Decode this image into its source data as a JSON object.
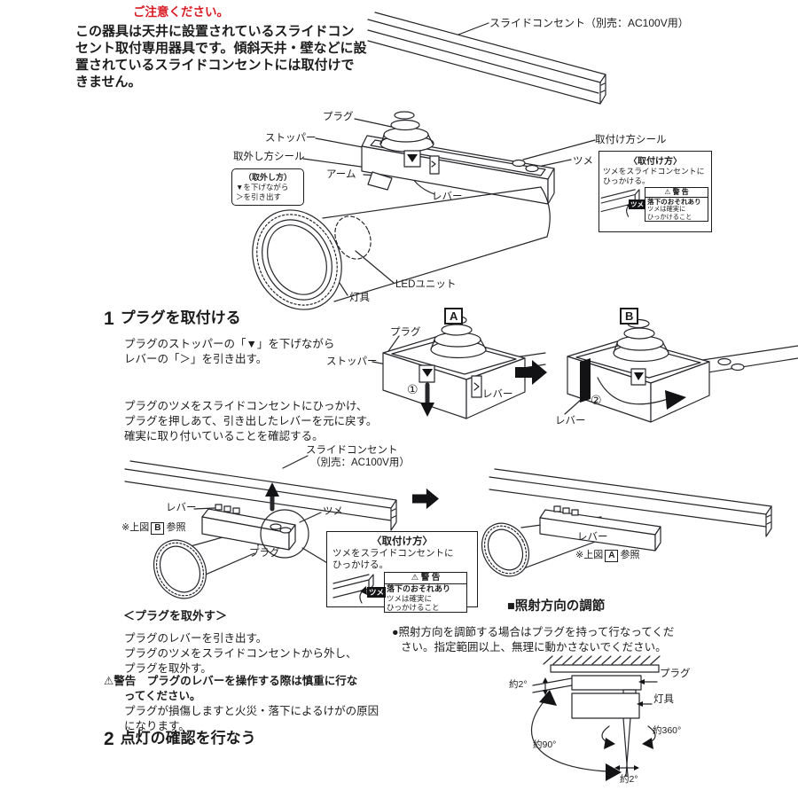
{
  "colors": {
    "red": "#d91c24",
    "ink": "#1c1c1c"
  },
  "notice": {
    "attention": "ご注意ください。",
    "line1": "この器具は天井に設置されているスライドコン",
    "line2": "セント取付専用器具です。傾斜天井・壁などに設",
    "line3": "置されているスライドコンセントには取付けで",
    "line4": "きません。"
  },
  "overview": {
    "rail_label": "スライドコンセント（別売：AC100V用）",
    "plug": "プラグ",
    "stopper": "ストッパー",
    "removal_seal": "取外し方シール",
    "arm": "アーム",
    "lever": "レバー",
    "claw": "ツメ",
    "install_seal": "取付け方シール",
    "led_unit": "LEDユニット",
    "lamp": "灯具",
    "removal_note_title": "（取外し方）",
    "removal_note_line1": "▼を下げながら",
    "removal_note_line2": "＞を引き出す"
  },
  "install_note": {
    "title": "〈取付け方〉",
    "line1": "ツメをスライドコンセントに",
    "line2": "ひっかける。",
    "claw_tag": "ツメ",
    "warn_title": "⚠ 警 告",
    "warn_line1": "落下のおそれあり",
    "warn_line2": "ツメは確実に",
    "warn_line3": "ひっかけること"
  },
  "step1": {
    "num": "1",
    "title": "プラグを取付ける",
    "desc1": "プラグのストッパーの「▼」を下げながら",
    "desc2": "レバーの「＞」を引き出す。",
    "fig_a": "A",
    "fig_b": "B",
    "plug": "プラグ",
    "stopper": "ストッパー",
    "lever": "レバー",
    "mark1": "①",
    "mark2": "②",
    "confirm1": "プラグのツメをスライドコンセントにひっかけ、",
    "confirm2": "プラグを押しあて、引き出したレバーを元に戻す。",
    "confirm3": "確実に取り付いていることを確認する。"
  },
  "attach": {
    "rail_label1": "スライドコンセント",
    "rail_label2": "（別売：AC100V用）",
    "lever_left": "レバー",
    "ref_prefix": "※上図",
    "ref_b": "B",
    "ref_a": "A",
    "ref_suffix": "参照",
    "claw": "ツメ",
    "plug": "プラグ",
    "lever_right": "レバー"
  },
  "detach": {
    "title": "＜プラグを取外す＞",
    "line1": "プラグのレバーを引き出す。",
    "line2": "プラグのツメをスライドコンセントから外し、",
    "line3": "プラグを取外す。"
  },
  "caution": {
    "head": "⚠警告　プラグのレバーを操作する際は慎重に行な",
    "head2": "ってください。",
    "body1": "プラグが損傷しますと火災・落下によるけがの原因",
    "body2": "になります。"
  },
  "step2": {
    "num": "2",
    "title": "点灯の確認を行なう"
  },
  "adjust": {
    "title": "■照射方向の調節",
    "desc1": "●照射方向を調節する場合はプラグを持って行なってくだ",
    "desc2": "さい。指定範囲以上、無理に動かさないでください。",
    "plug": "プラグ",
    "lamp": "灯具",
    "angle_top": "約2°",
    "angle_swing": "約90°",
    "angle_rotate": "約360°",
    "angle_bottom": "約2°"
  }
}
